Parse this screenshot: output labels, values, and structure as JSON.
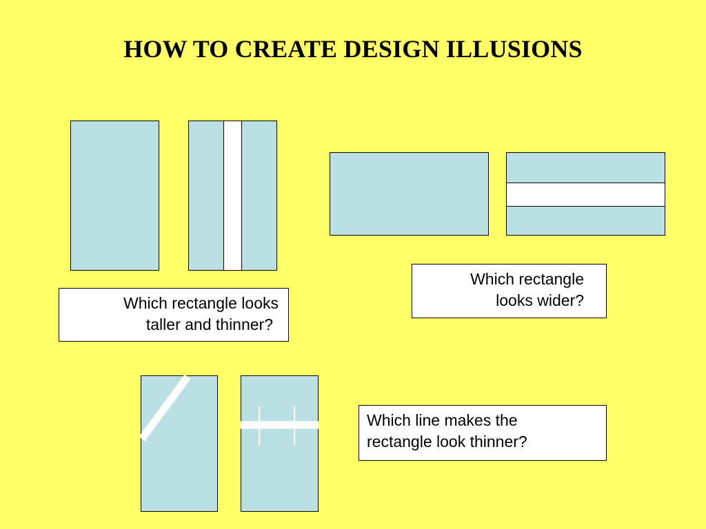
{
  "title": "HOW TO CREATE DESIGN ILLUSIONS",
  "colors": {
    "background": "#ffff66",
    "rectangle_fill": "#bbe0e3",
    "stripe": "#ffffff",
    "outline": "#000000"
  },
  "captions": {
    "taller": [
      "Which rectangle looks",
      "taller and thinner?"
    ],
    "wider": [
      "Which rectangle",
      "looks wider?"
    ],
    "thinner": [
      "Which line makes the",
      "rectangle look thinner?"
    ]
  }
}
